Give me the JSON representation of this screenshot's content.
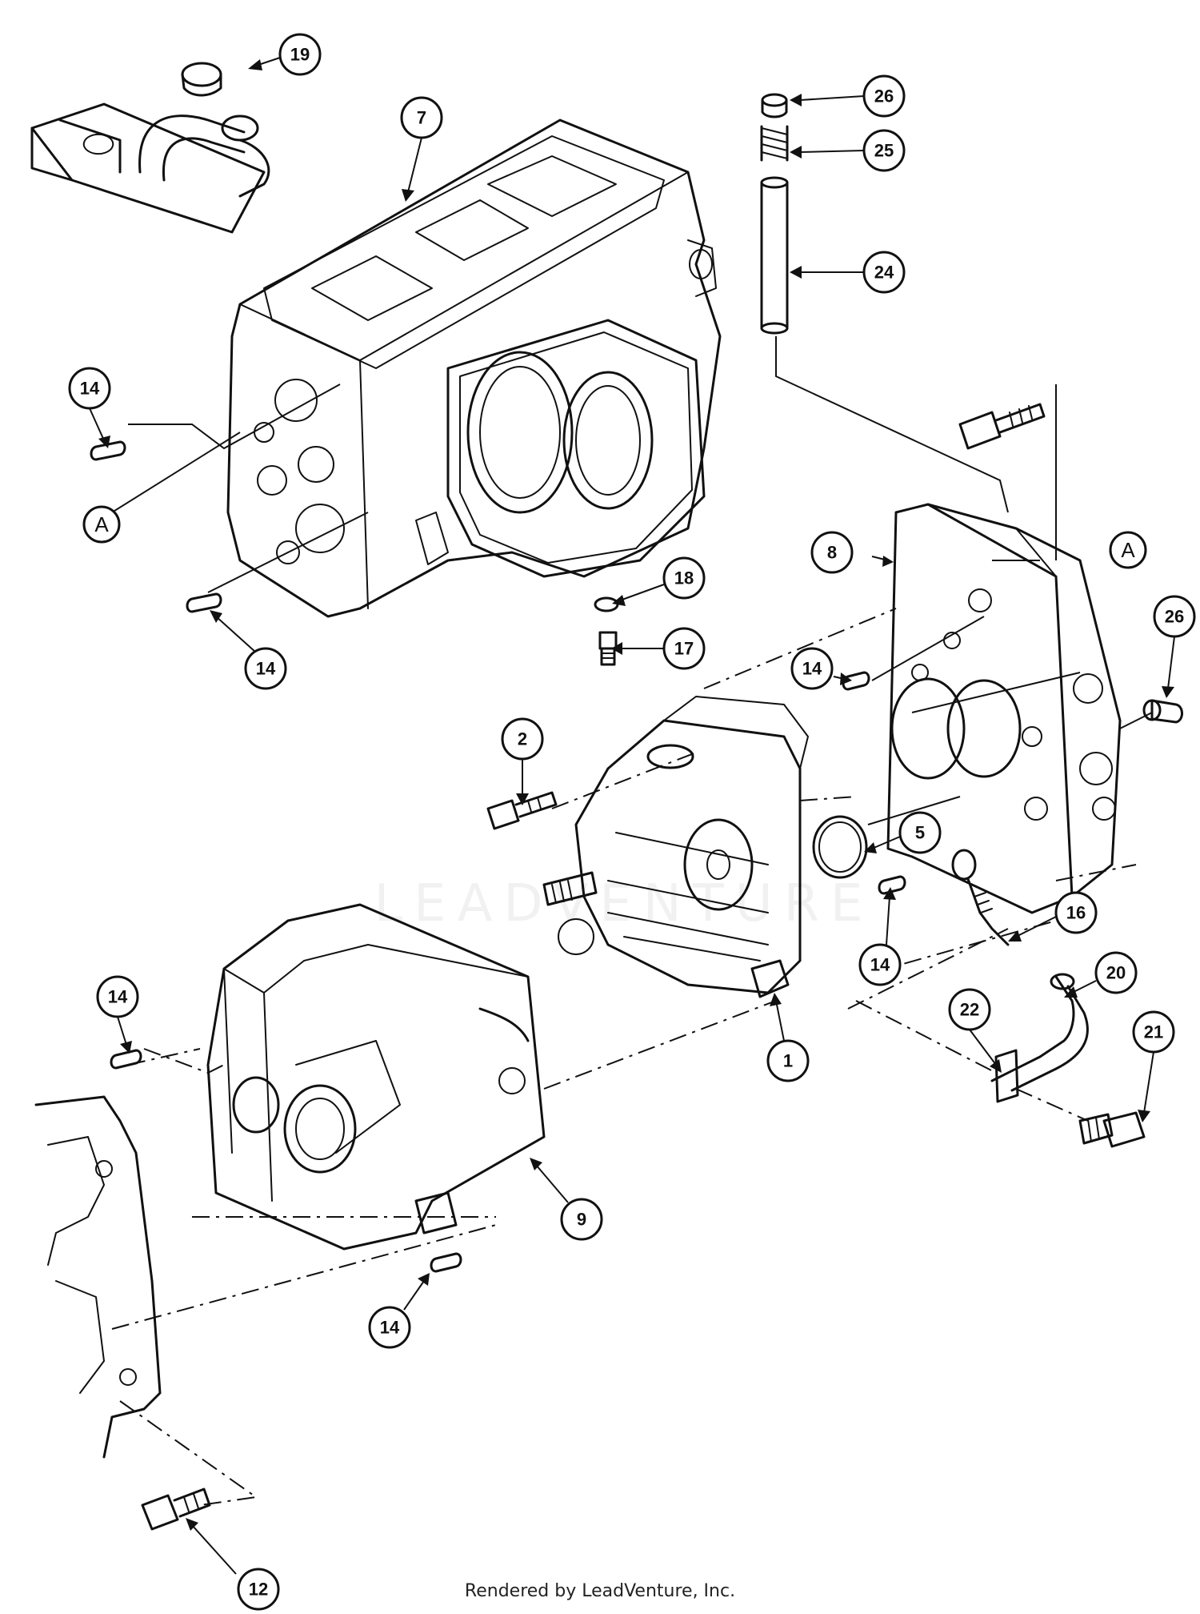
{
  "callouts": [
    {
      "id": "c19",
      "label": "19"
    },
    {
      "id": "c7",
      "label": "7"
    },
    {
      "id": "c26a",
      "label": "26"
    },
    {
      "id": "c25",
      "label": "25"
    },
    {
      "id": "c24",
      "label": "24"
    },
    {
      "id": "c14a",
      "label": "14"
    },
    {
      "id": "c14b",
      "label": "14"
    },
    {
      "id": "c18",
      "label": "18"
    },
    {
      "id": "c17",
      "label": "17"
    },
    {
      "id": "c8",
      "label": "8"
    },
    {
      "id": "c26b",
      "label": "26"
    },
    {
      "id": "c14c",
      "label": "14"
    },
    {
      "id": "c2",
      "label": "2"
    },
    {
      "id": "c5",
      "label": "5"
    },
    {
      "id": "c14d",
      "label": "14"
    },
    {
      "id": "c16",
      "label": "16"
    },
    {
      "id": "c20",
      "label": "20"
    },
    {
      "id": "c22",
      "label": "22"
    },
    {
      "id": "c21",
      "label": "21"
    },
    {
      "id": "c1",
      "label": "1"
    },
    {
      "id": "c14e",
      "label": "14"
    },
    {
      "id": "c9",
      "label": "9"
    },
    {
      "id": "c14f",
      "label": "14"
    },
    {
      "id": "c12",
      "label": "12"
    }
  ],
  "references": [
    {
      "id": "ra",
      "label": "A"
    },
    {
      "id": "rb",
      "label": "A"
    }
  ],
  "watermark": "LEADVENTURE",
  "footer": "Rendered by LeadVenture, Inc."
}
